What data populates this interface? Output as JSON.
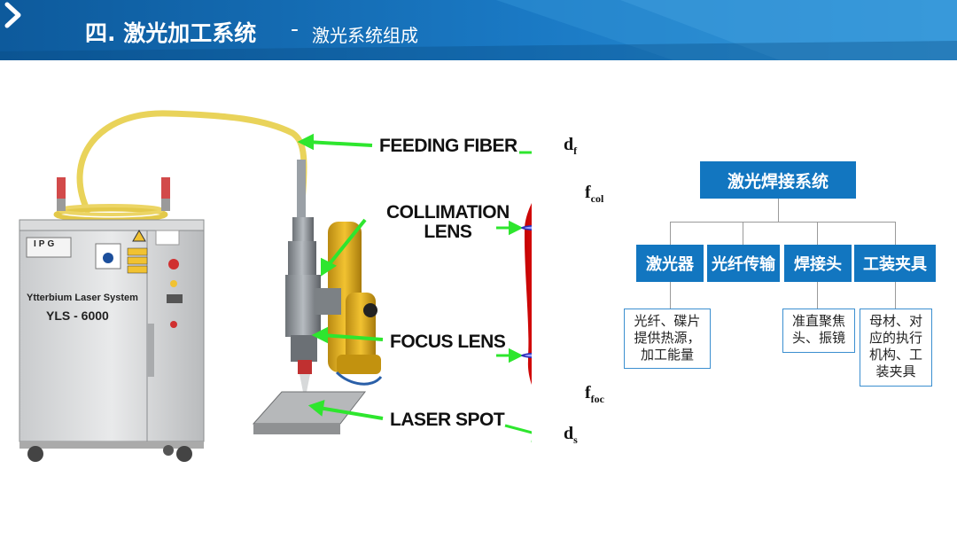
{
  "header": {
    "chevron_icon": "chevron-right-icon",
    "title": "四. 激光加工系统",
    "separator": "-",
    "subtitle": "激光系统组成",
    "color_dark": "#0b4f8a",
    "color_light": "#2a8fd6"
  },
  "machine": {
    "brand": "IPG",
    "model_line": "Ytterbium Laser System",
    "model": "YLS - 6000"
  },
  "callouts": {
    "feeding_fiber": "FEEDING FIBER",
    "collimation_lens": "COLLIMATION\nLENS",
    "focus_lens": "FOCUS LENS",
    "laser_spot": "LASER SPOT"
  },
  "beam_labels": {
    "df": "d",
    "df_sub": "f",
    "fcol": "f",
    "fcol_sub": "col",
    "ffoc": "f",
    "ffoc_sub": "foc",
    "ds": "d",
    "ds_sub": "s"
  },
  "tree": {
    "root": "激光焊接系统",
    "children": [
      {
        "label": "激光器",
        "desc": "光纤、碟片\n提供热源，\n加工能量"
      },
      {
        "label": "光纤传输",
        "desc": ""
      },
      {
        "label": "焊接头",
        "desc": "准直聚焦\n头、振镜"
      },
      {
        "label": "工装夹具",
        "desc": "母材、对\n应的执行\n机构、工\n装夹具"
      }
    ],
    "box_color": "#1276c0",
    "desc_border": "#3b8fd0"
  }
}
